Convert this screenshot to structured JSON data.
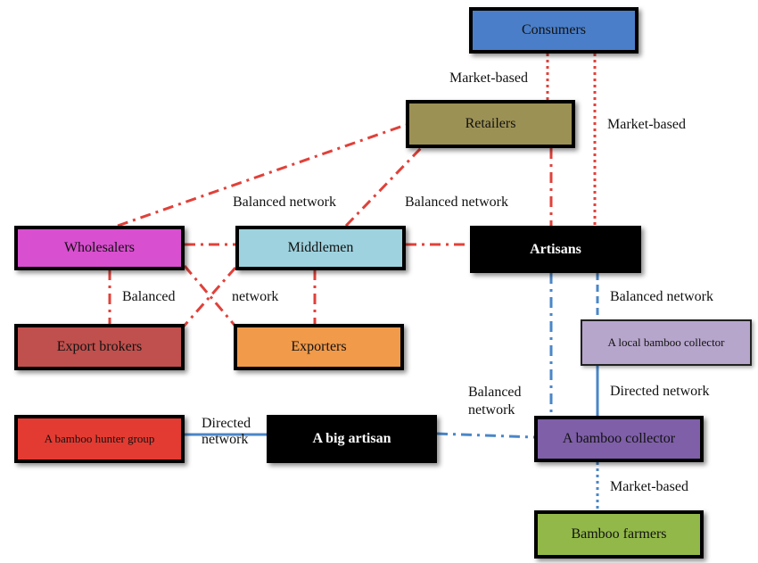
{
  "colors": {
    "red_link": "#e0413a",
    "blue_link": "#4a86c8",
    "consumers": "#4a7ec8",
    "retailers": "#9c9155",
    "wholesalers": "#d84fcf",
    "middlemen": "#9ed2de",
    "artisans": "#000000",
    "export_brokers": "#c0504d",
    "exporters": "#f09a4a",
    "local_collector": "#b7a6cc",
    "hunter_group": "#e33b32",
    "big_artisan": "#000000",
    "bamboo_collector": "#7e5fa8",
    "bamboo_farmers": "#92b84a"
  },
  "nodes": {
    "consumers": "Consumers",
    "retailers": "Retailers",
    "wholesalers": "Wholesalers",
    "middlemen": "Middlemen",
    "artisans": "Artisans",
    "export_brokers": "Export brokers",
    "exporters": "Exporters",
    "local_collector": "A local bamboo collector",
    "hunter_group": "A bamboo hunter group",
    "big_artisan": "A big artisan",
    "bamboo_collector": "A bamboo collector",
    "bamboo_farmers": "Bamboo farmers"
  },
  "labels": {
    "market_based_top": "Market-based",
    "market_based_right": "Market-based",
    "balanced_network_left": "Balanced network",
    "balanced_network_mid": "Balanced network",
    "balanced_left_part": "Balanced",
    "network_right_part": "network",
    "balanced_network_local": "Balanced network",
    "directed_network_local": "Directed network",
    "balanced_network_lower_1": "Balanced",
    "balanced_network_lower_2": "network",
    "directed_network_hunter_1": "Directed",
    "directed_network_hunter_2": "network",
    "market_based_farmers": "Market-based"
  }
}
